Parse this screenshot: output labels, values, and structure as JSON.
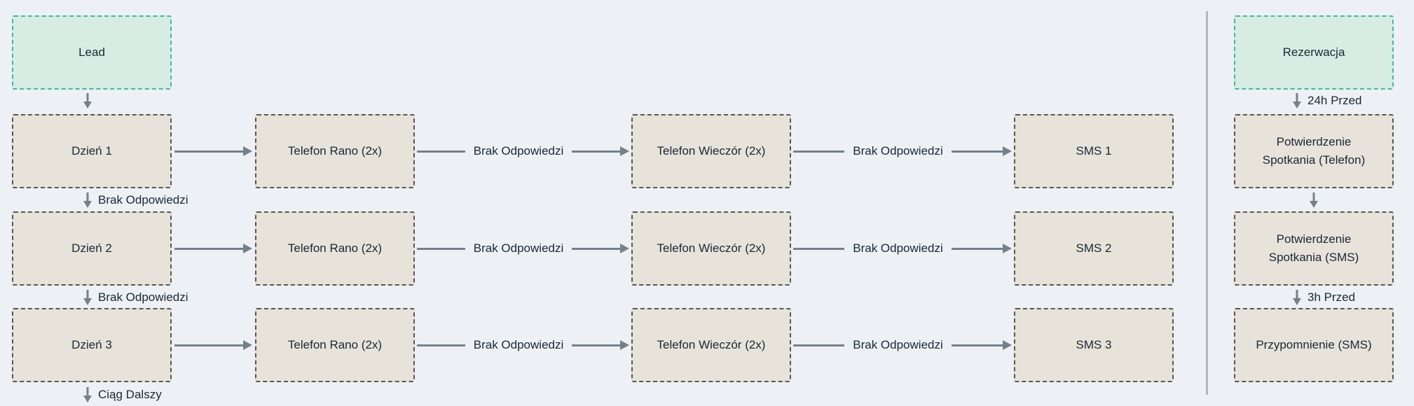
{
  "colors": {
    "background": "#edf1f5",
    "node_fill": "#e7e3da",
    "node_border": "#57584e",
    "start_node_fill": "#d7ede3",
    "start_node_border": "#41b8a2",
    "arrow": "#768089",
    "text": "#1b2733",
    "divider": "#b4b8bc"
  },
  "flow": {
    "start": {
      "label": "Lead"
    },
    "rows": [
      {
        "day": "Dzień 1",
        "morning": "Telefon Rano (2x)",
        "edge1": "Brak Odpowiedzi",
        "evening": "Telefon Wieczór (2x)",
        "edge2": "Brak Odpowiedzi",
        "sms": "SMS 1",
        "down": "Brak Odpowiedzi"
      },
      {
        "day": "Dzień 2",
        "morning": "Telefon Rano (2x)",
        "edge1": "Brak Odpowiedzi",
        "evening": "Telefon Wieczór (2x)",
        "edge2": "Brak Odpowiedzi",
        "sms": "SMS 2",
        "down": "Brak Odpowiedzi"
      },
      {
        "day": "Dzień 3",
        "morning": "Telefon Rano (2x)",
        "edge1": "Brak Odpowiedzi",
        "evening": "Telefon Wieczór (2x)",
        "edge2": "Brak Odpowiedzi",
        "sms": "SMS 3",
        "down": "Ciąg Dalszy"
      }
    ]
  },
  "booking": {
    "start": {
      "label": "Rezerwacja"
    },
    "edge1": "24h Przed",
    "node1": {
      "line1": "Potwierdzenie",
      "line2": "Spotkania (Telefon)"
    },
    "node2": {
      "line1": "Potwierdzenie",
      "line2": "Spotkania (SMS)"
    },
    "edge2": "3h Przed",
    "node3": {
      "line1": "Przypomnienie (SMS)",
      "line2": ""
    }
  }
}
